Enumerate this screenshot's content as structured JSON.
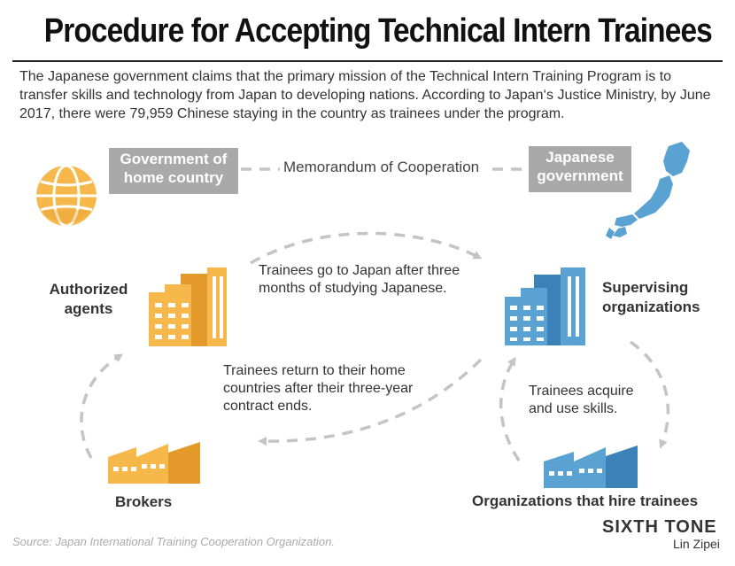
{
  "title": "Procedure for Accepting Technical Intern Trainees",
  "intro": "The Japanese government claims that the primary mission of the Technical Intern Training Program is to transfer skills and technology from Japan to developing nations. According to Japan‘s Justice Ministry, by June 2017, there were 79,959 Chinese staying in the country as trainees under the program.",
  "nodes": {
    "gov_home": [
      "Government of",
      "home country"
    ],
    "gov_japan": [
      "Japanese",
      "government"
    ],
    "agents": [
      "Authorized",
      "agents"
    ],
    "supervising": [
      "Supervising",
      "organizations"
    ],
    "brokers": "Brokers",
    "orgs": "Organizations that hire trainees"
  },
  "edges": {
    "memo": "Memorandum of Cooperation",
    "go": [
      "Trainees go to Japan after three",
      "months of studying Japanese."
    ],
    "ret": [
      "Trainees return to their home",
      "countries after their three-year",
      "contract ends."
    ],
    "skill": [
      "Trainees acquire",
      "and use skills."
    ]
  },
  "footer": {
    "source": "Source: Japan International Training Cooperation Organization.",
    "brand": "SIXTH TONE",
    "credit": "Lin Zipei"
  },
  "colors": {
    "orange": "#f6b84a",
    "orange_dark": "#e39a2a",
    "blue": "#5aa2d2",
    "blue_dark": "#3b82b8",
    "grey_box": "#a9a9a9",
    "dash": "#c4c4c4"
  },
  "icons": {
    "globe": "globe-icon",
    "japan_map": "japan-map-icon",
    "building_orange": "building-orange-icon",
    "building_blue": "building-blue-icon",
    "factory_orange": "factory-orange-icon",
    "factory_blue": "factory-blue-icon"
  }
}
